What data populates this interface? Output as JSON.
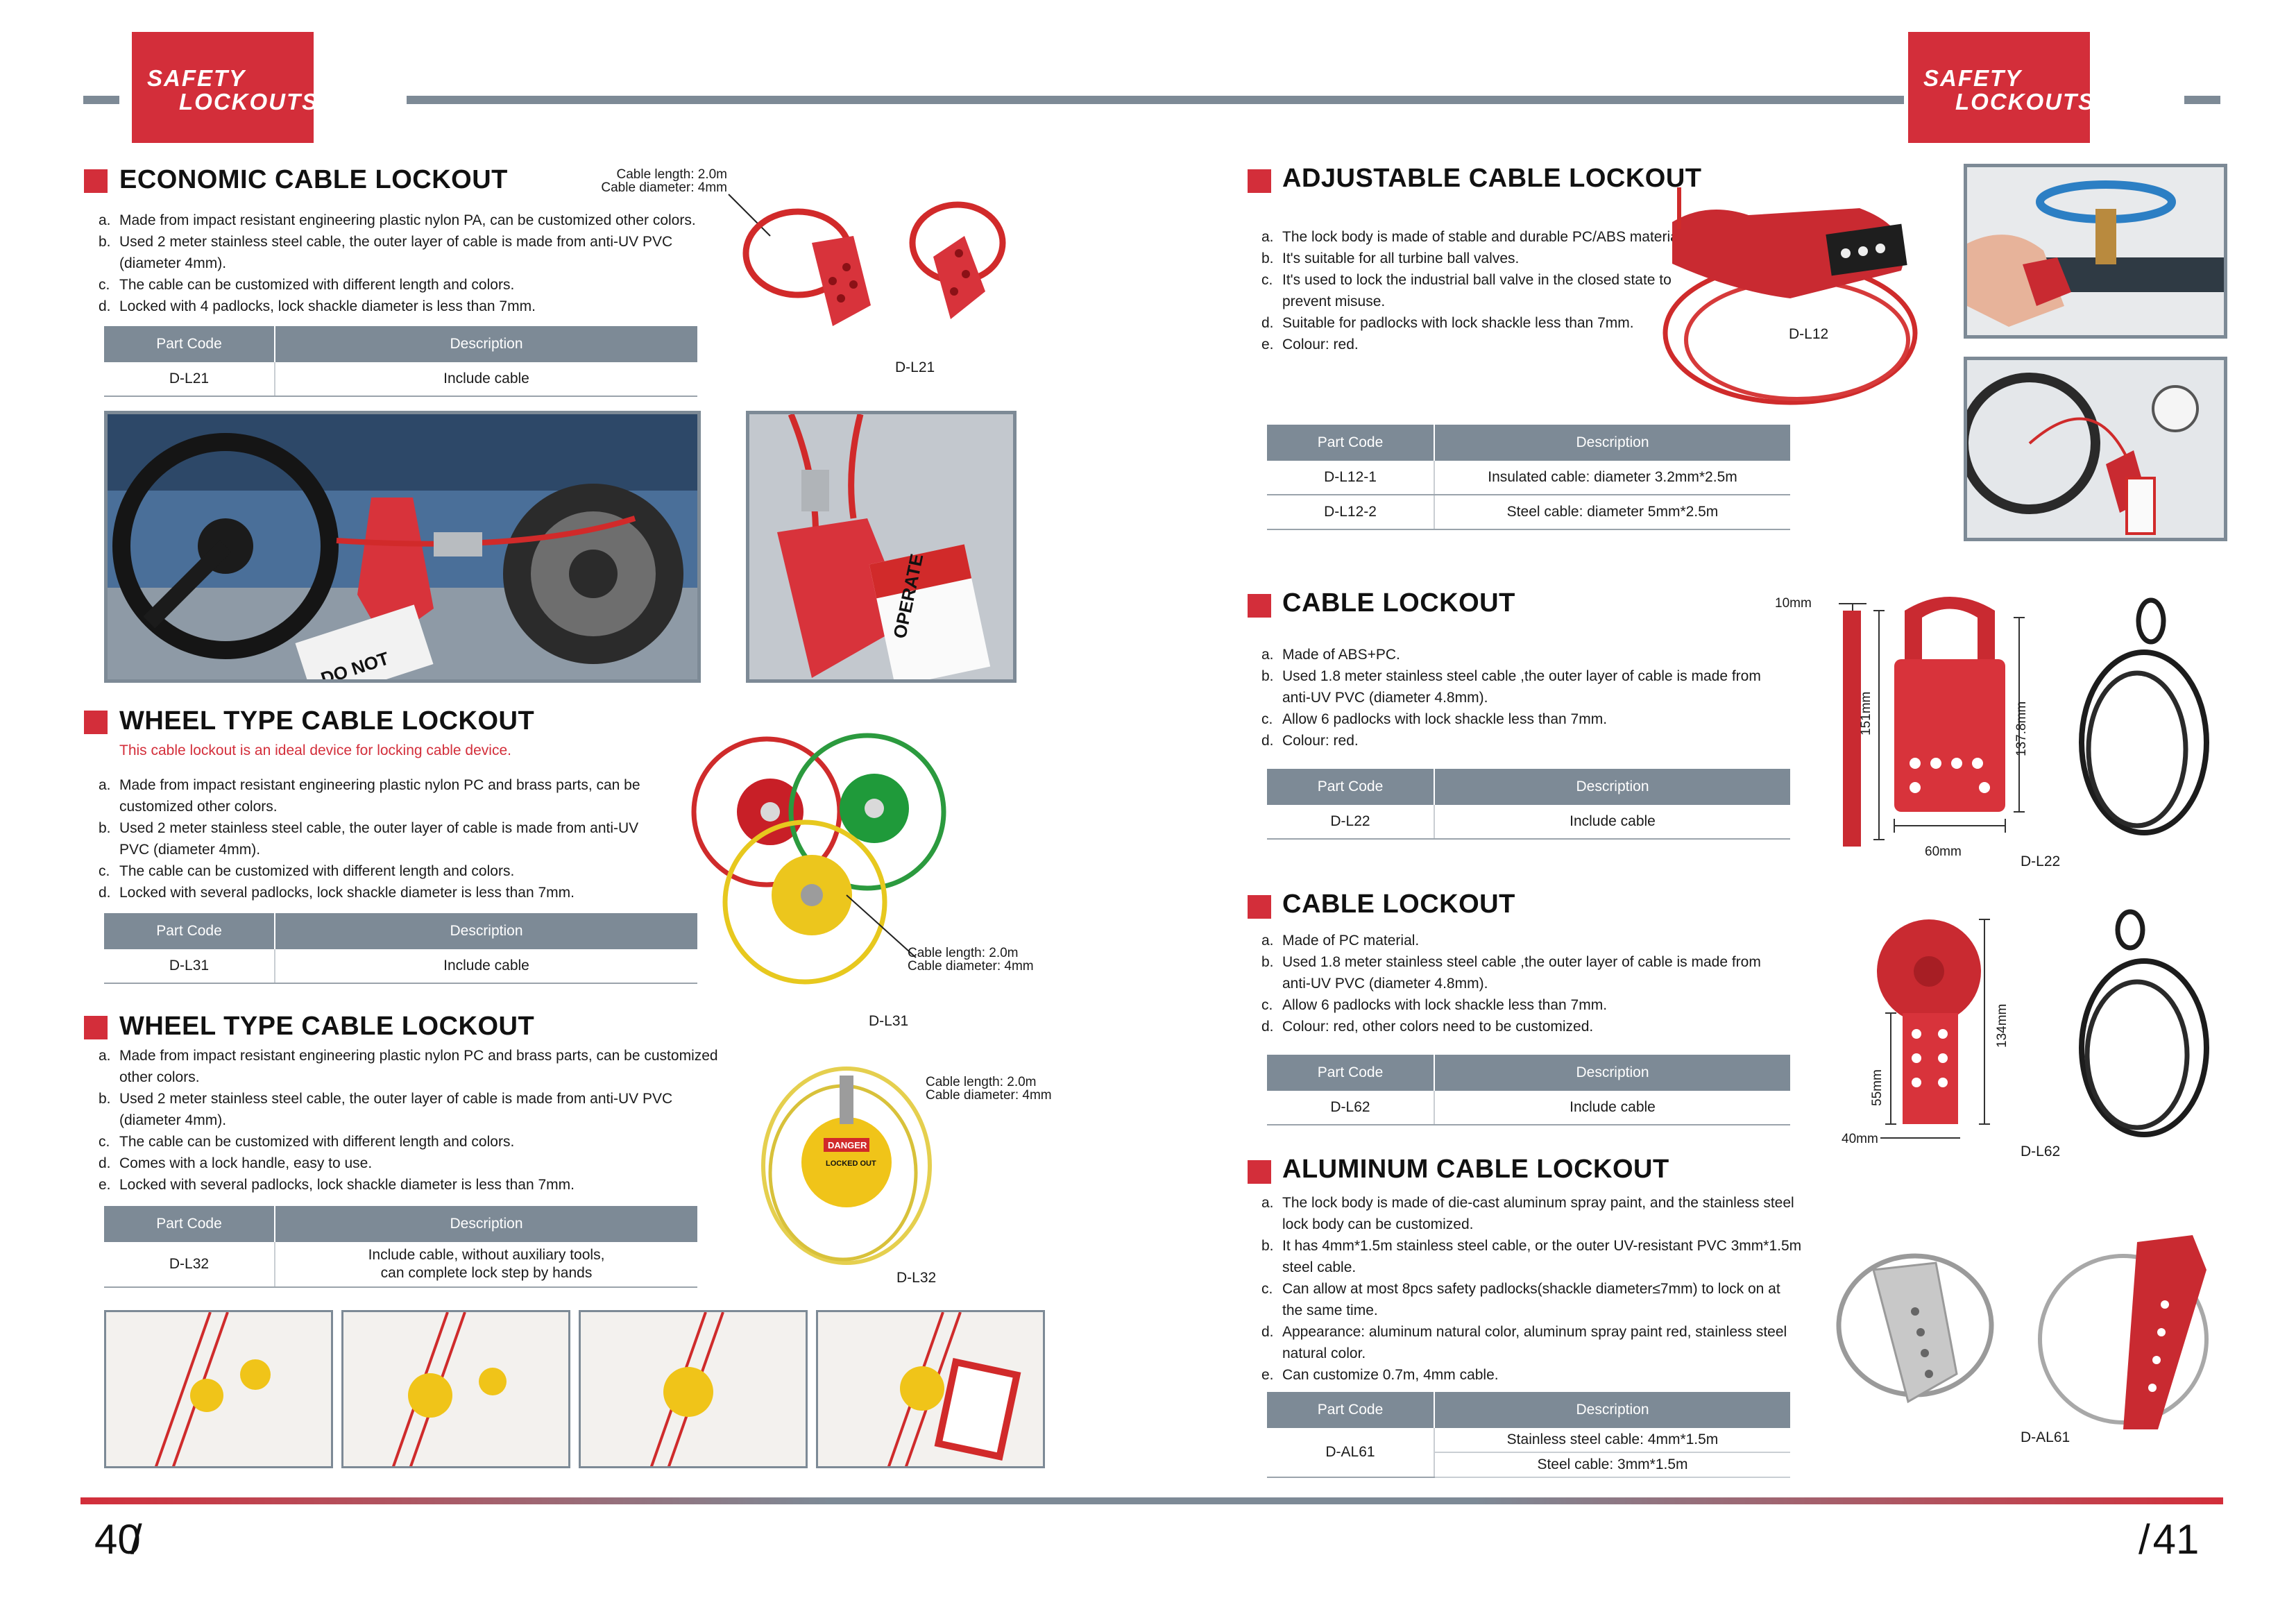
{
  "header": {
    "brand_line1": "SAFETY",
    "brand_line2": "LOCKOUTS"
  },
  "colors": {
    "accent": "#d32e3a",
    "header_gray": "#7d8a96"
  },
  "left": {
    "economic": {
      "title": "ECONOMIC CABLE LOCKOUT",
      "items": [
        {
          "l": "a.",
          "t": "Made from impact resistant engineering plastic nylon PA, can be customized other colors."
        },
        {
          "l": "b.",
          "t": "Used 2 meter stainless steel cable, the outer layer of cable is made from anti-UV PVC (diameter 4mm)."
        },
        {
          "l": "c.",
          "t": "The cable can be customized with different length and colors."
        },
        {
          "l": "d.",
          "t": "Locked with 4 padlocks, lock shackle diameter is less than 7mm."
        }
      ],
      "cable_length": "Cable length: 2.0m",
      "cable_diameter": "Cable diameter: 4mm",
      "table": {
        "h1": "Part Code",
        "h2": "Description",
        "rows": [
          {
            "code": "D-L21",
            "desc": "Include cable"
          }
        ]
      },
      "product_code": "D-L21"
    },
    "wheel1": {
      "title": "WHEEL TYPE CABLE LOCKOUT",
      "note": "This cable lockout is an ideal device for locking cable device.",
      "items": [
        {
          "l": "a.",
          "t": "Made from impact resistant engineering plastic nylon PC and brass parts, can be customized other colors."
        },
        {
          "l": "b.",
          "t": "Used 2 meter stainless steel cable, the outer layer of cable is made from anti-UV PVC (diameter 4mm)."
        },
        {
          "l": "c.",
          "t": "The cable can be customized with different length and colors."
        },
        {
          "l": "d.",
          "t": "Locked with several padlocks, lock shackle diameter is less than 7mm."
        }
      ],
      "cable_length": "Cable length: 2.0m",
      "cable_diameter": "Cable diameter: 4mm",
      "table": {
        "h1": "Part Code",
        "h2": "Description",
        "rows": [
          {
            "code": "D-L31",
            "desc": "Include cable"
          }
        ]
      },
      "product_code": "D-L31"
    },
    "wheel2": {
      "title": "WHEEL TYPE CABLE LOCKOUT",
      "items": [
        {
          "l": "a.",
          "t": "Made from impact resistant engineering plastic nylon PC and brass parts, can be customized other colors."
        },
        {
          "l": "b.",
          "t": "Used 2 meter stainless steel cable, the outer layer of cable is made from anti-UV PVC (diameter 4mm)."
        },
        {
          "l": "c.",
          "t": "The cable can be customized with different length and colors."
        },
        {
          "l": "d.",
          "t": "Comes with a lock handle, easy to use."
        },
        {
          "l": "e.",
          "t": "Locked with several padlocks, lock shackle diameter is less than 7mm."
        }
      ],
      "cable_length": "Cable length: 2.0m",
      "cable_diameter": "Cable diameter: 4mm",
      "table": {
        "h1": "Part Code",
        "h2": "Description",
        "rows": [
          {
            "code": "D-L32",
            "desc1": "Include cable, without auxiliary tools,",
            "desc2": "can complete lock step by hands"
          }
        ]
      },
      "product_code": "D-L32",
      "tag_danger": "DANGER",
      "tag_locked": "LOCKED OUT"
    },
    "photo_tag": {
      "line1": "DO NOT",
      "line2": "OPERATE"
    },
    "page_number": "40"
  },
  "right": {
    "adjustable": {
      "title": "ADJUSTABLE CABLE LOCKOUT",
      "items": [
        {
          "l": "a.",
          "t": "The lock body is made of stable and durable PC/ABS material."
        },
        {
          "l": "b.",
          "t": "It's suitable for all turbine ball valves."
        },
        {
          "l": "c.",
          "t": "It's used to lock the industrial ball valve in the closed state to prevent misuse."
        },
        {
          "l": "d.",
          "t": "Suitable for padlocks with lock shackle less than 7mm."
        },
        {
          "l": "e.",
          "t": "Colour: red."
        }
      ],
      "product_code": "D-L12",
      "table": {
        "h1": "Part Code",
        "h2": "Description",
        "rows": [
          {
            "code": "D-L12-1",
            "desc": "Insulated cable: diameter 3.2mm*2.5m"
          },
          {
            "code": "D-L12-2",
            "desc": "Steel cable: diameter 5mm*2.5m"
          }
        ]
      }
    },
    "cable1": {
      "title": "CABLE LOCKOUT",
      "items": [
        {
          "l": "a.",
          "t": "Made of ABS+PC."
        },
        {
          "l": "b.",
          "t": "Used 1.8 meter stainless steel cable ,the outer layer of cable is made from anti-UV PVC (diameter 4.8mm)."
        },
        {
          "l": "c.",
          "t": "Allow 6 padlocks with lock shackle less than 7mm."
        },
        {
          "l": "d.",
          "t": "Colour: red."
        }
      ],
      "table": {
        "h1": "Part Code",
        "h2": "Description",
        "rows": [
          {
            "code": "D-L22",
            "desc": "Include cable"
          }
        ]
      },
      "dims": {
        "a": "10mm",
        "b": "151mm",
        "c": "137.8mm",
        "d": "60mm"
      },
      "product_code": "D-L22"
    },
    "cable2": {
      "title": "CABLE LOCKOUT",
      "items": [
        {
          "l": "a.",
          "t": "Made of PC material."
        },
        {
          "l": "b.",
          "t": "Used 1.8 meter stainless steel cable ,the outer layer of cable is made from anti-UV PVC (diameter 4.8mm)."
        },
        {
          "l": "c.",
          "t": "Allow 6 padlocks with lock shackle less than 7mm."
        },
        {
          "l": "d.",
          "t": "Colour: red, other colors need to be customized."
        }
      ],
      "table": {
        "h1": "Part Code",
        "h2": "Description",
        "rows": [
          {
            "code": "D-L62",
            "desc": "Include cable"
          }
        ]
      },
      "dims": {
        "a": "55mm",
        "b": "134mm",
        "c": "40mm"
      },
      "product_code": "D-L62"
    },
    "aluminum": {
      "title": "ALUMINUM CABLE LOCKOUT",
      "items": [
        {
          "l": "a.",
          "t": "The lock body is made of die-cast aluminum spray paint, and the stainless steel lock body can be customized."
        },
        {
          "l": "b.",
          "t": "It has 4mm*1.5m stainless steel cable, or the outer UV-resistant PVC 3mm*1.5m steel cable."
        },
        {
          "l": "c.",
          "t": "Can allow at most 8pcs safety padlocks(shackle diameter≤7mm) to lock on at the same time."
        },
        {
          "l": "d.",
          "t": "Appearance: aluminum natural color, aluminum spray paint red, stainless steel natural color."
        },
        {
          "l": "e.",
          "t": "Can customize 0.7m, 4mm cable."
        }
      ],
      "table": {
        "h1": "Part Code",
        "h2": "Description",
        "rows": [
          {
            "code": "D-AL61",
            "desc1": "Stainless steel cable: 4mm*1.5m",
            "desc2": "Steel cable: 3mm*1.5m"
          }
        ]
      },
      "product_code": "D-AL61"
    },
    "page_number": "41"
  }
}
